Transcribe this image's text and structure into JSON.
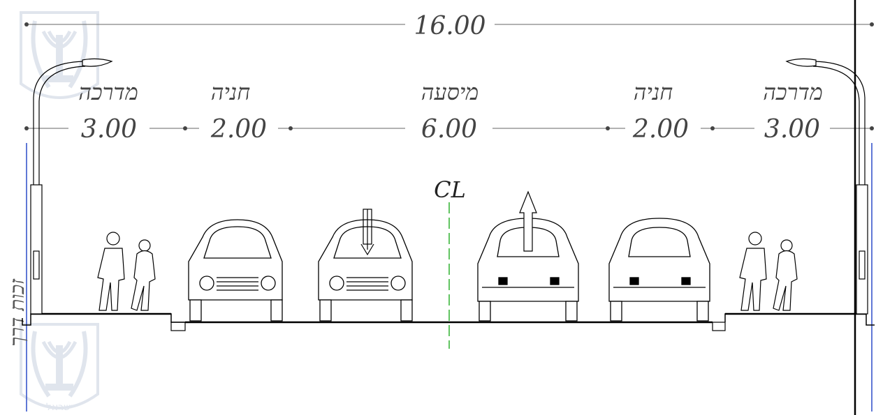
{
  "overall": {
    "width_label": "16.00"
  },
  "segments": [
    {
      "name": "מדרכה",
      "width": "3.00"
    },
    {
      "name": "חניה",
      "width": "2.00"
    },
    {
      "name": "מיסעה",
      "width": "6.00"
    },
    {
      "name": "חניה",
      "width": "2.00"
    },
    {
      "name": "מדרכה",
      "width": "3.00"
    }
  ],
  "centerline": {
    "label": "CL"
  },
  "row_label": "זכות דרך",
  "emblem": {
    "text": "ישראל"
  },
  "colors": {
    "line": "#000000",
    "dim": "#666666",
    "centerline": "#2db02d",
    "row_line": "#2b4cc8",
    "emblem": "#c8d0e0"
  }
}
